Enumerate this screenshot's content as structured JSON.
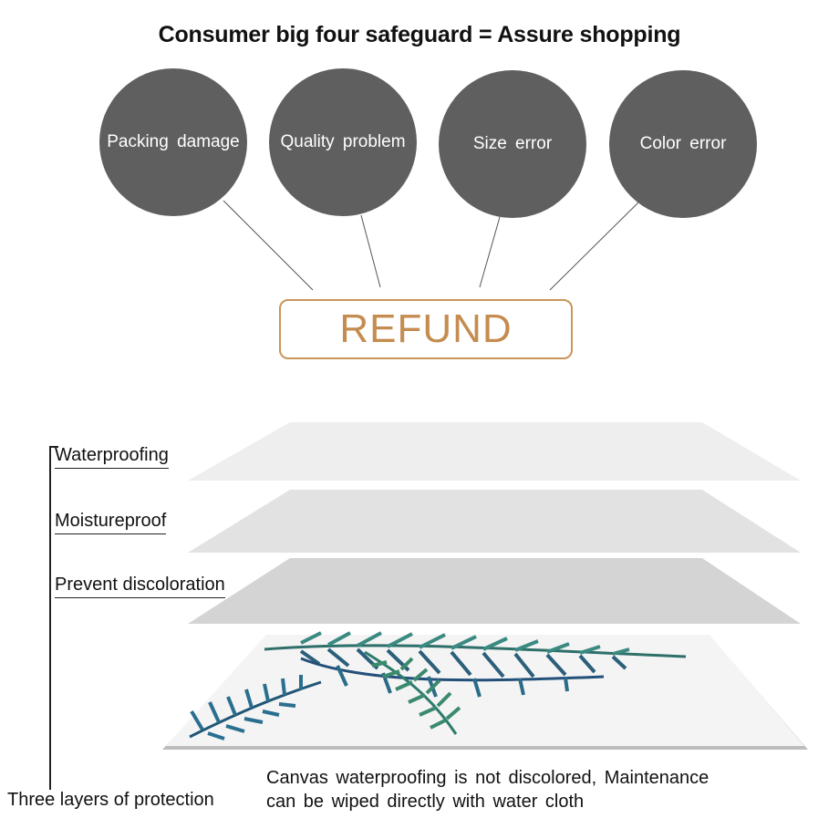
{
  "headline": "Consumer big four safeguard = Assure shopping",
  "safeguards": [
    "Packing damage",
    "Quality problem",
    "Size error",
    "Color error"
  ],
  "refund": "REFUND",
  "layers": [
    "Waterproofing",
    "Moistureproof",
    "Prevent discoloration"
  ],
  "protection_caption": "Three layers of protection",
  "canvas_note": {
    "line1": "Canvas waterproofing is not discolored, Maintenance",
    "line2": "can be wiped directly with water cloth"
  },
  "colors": {
    "bubble": "#5f5f5f",
    "refund": "#c58c4f",
    "layer_top": "#eeeeee",
    "layer_mid": "#e0e0e0",
    "layer_bottom": "#d2d2d2",
    "canvas": "#f4f4f4",
    "leaf": "#2e6f6a"
  }
}
